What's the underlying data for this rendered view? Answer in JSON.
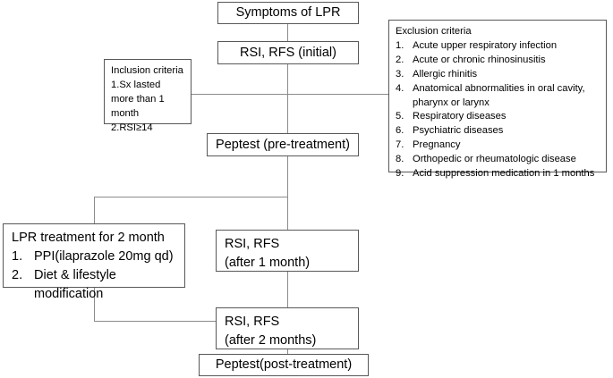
{
  "diagram": {
    "title": "LPR study flow diagram",
    "line_color": "#8b8b8d",
    "border_color": "#58585a",
    "background": "#ffffff"
  },
  "nodes": {
    "symptoms": {
      "label": "Symptoms of LPR"
    },
    "rsi_rfs_initial": {
      "label": "RSI, RFS (initial)"
    },
    "peptest_pre": {
      "label": "Peptest (pre-treatment)"
    },
    "rsi_rfs_1month": {
      "line1": "RSI, RFS",
      "line2": "(after 1 month)"
    },
    "rsi_rfs_2months": {
      "line1": "RSI, RFS",
      "line2": "(after 2 months)"
    },
    "peptest_post": {
      "label": "Peptest(post-treatment)"
    }
  },
  "inclusion": {
    "heading": "Inclusion criteria",
    "items": [
      {
        "num": "1.",
        "text": "Sx lasted",
        "cont": [
          "more than 1",
          "month"
        ]
      },
      {
        "num": "2.",
        "text": "RSI≥14",
        "cont": []
      }
    ]
  },
  "exclusion": {
    "heading": "Exclusion criteria",
    "items": [
      {
        "num": "1.",
        "text": "Acute upper respiratory infection",
        "cont": []
      },
      {
        "num": "2.",
        "text": "Acute or chronic rhinosinusitis",
        "cont": []
      },
      {
        "num": "3.",
        "text": "Allergic rhinitis",
        "cont": []
      },
      {
        "num": "4.",
        "text": "Anatomical abnormalities in oral cavity,",
        "cont": [
          "pharynx or larynx"
        ]
      },
      {
        "num": "5.",
        "text": "Respiratory diseases",
        "cont": []
      },
      {
        "num": "6.",
        "text": "Psychiatric diseases",
        "cont": []
      },
      {
        "num": "7.",
        "text": "Pregnancy",
        "cont": []
      },
      {
        "num": "8.",
        "text": "Orthopedic or rheumatologic disease",
        "cont": []
      },
      {
        "num": "9.",
        "text": "Acid suppression medication in 1 months",
        "cont": []
      }
    ]
  },
  "treatment": {
    "heading": "LPR treatment for 2 month",
    "items": [
      {
        "num": "1.",
        "text": "PPI(ilaprazole 20mg qd)",
        "cont": []
      },
      {
        "num": "2.",
        "text": "Diet & lifestyle",
        "cont": [
          "modification"
        ]
      }
    ]
  }
}
